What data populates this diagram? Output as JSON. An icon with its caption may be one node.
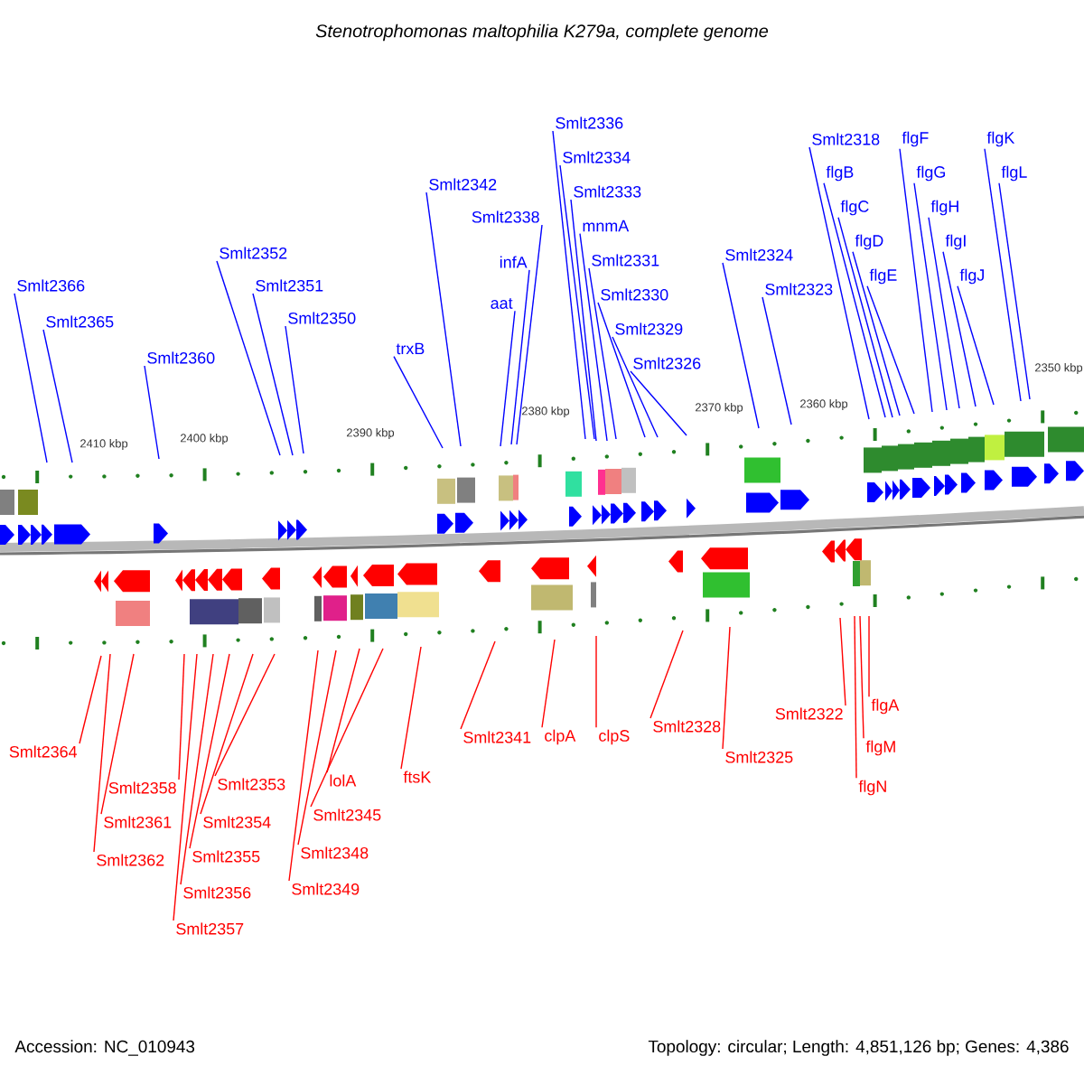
{
  "diagram": {
    "title": "Stenotrophomonas maltophilia K279a, complete genome",
    "nodes": [
      {
        "text": [
          "Smlt2366"
        ]
      },
      {
        "text": [
          "Smlt2365"
        ]
      },
      {
        "text": [
          "Smlt2360"
        ]
      },
      {
        "text": [
          "Smlt2352"
        ]
      },
      {
        "text": [
          "Smlt2351"
        ]
      },
      {
        "text": [
          "Smlt2350"
        ]
      },
      {
        "text": [
          "trxB"
        ]
      },
      {
        "text": [
          "Smlt2342"
        ]
      },
      {
        "text": [
          "aat"
        ]
      },
      {
        "text": [
          "infA"
        ]
      },
      {
        "text": [
          "Smlt2338"
        ]
      },
      {
        "text": [
          "Smlt2336"
        ]
      },
      {
        "text": [
          "Smlt2334"
        ]
      },
      {
        "text": [
          "Smlt2333"
        ]
      },
      {
        "text": [
          "mnmA"
        ]
      },
      {
        "text": [
          "Smlt2331"
        ]
      },
      {
        "text": [
          "Smlt2330"
        ]
      },
      {
        "text": [
          "Smlt2329"
        ]
      },
      {
        "text": [
          "Smlt2326"
        ]
      },
      {
        "text": [
          "Smlt2324"
        ]
      },
      {
        "text": [
          "Smlt2323"
        ]
      },
      {
        "text": [
          "Smlt2318"
        ]
      },
      {
        "text": [
          "flgB"
        ]
      },
      {
        "text": [
          "flgC"
        ]
      },
      {
        "text": [
          "flgD"
        ]
      },
      {
        "text": [
          "flgE"
        ]
      },
      {
        "text": [
          "flgF"
        ]
      },
      {
        "text": [
          "flgG"
        ]
      },
      {
        "text": [
          "flgH"
        ]
      },
      {
        "text": [
          "flgI"
        ]
      },
      {
        "text": [
          "flgJ"
        ]
      },
      {
        "text": [
          "flgK"
        ]
      },
      {
        "text": [
          "flgL"
        ]
      },
      {
        "text": [
          "Smlt2364"
        ]
      },
      {
        "text": [
          "Smlt2362"
        ]
      },
      {
        "text": [
          "Smlt2361"
        ]
      },
      {
        "text": [
          "Smlt2358"
        ]
      },
      {
        "text": [
          "Smlt2357"
        ]
      },
      {
        "text": [
          "Smlt2356"
        ]
      },
      {
        "text": [
          "Smlt2355"
        ]
      },
      {
        "text": [
          "Smlt2354"
        ]
      },
      {
        "text": [
          "Smlt2353"
        ]
      },
      {
        "text": [
          "Smlt2349"
        ]
      },
      {
        "text": [
          "Smlt2348"
        ]
      },
      {
        "text": [
          "lolA"
        ]
      },
      {
        "text": [
          "Smlt2345"
        ]
      },
      {
        "text": [
          "ftsK"
        ]
      },
      {
        "text": [
          "Smlt2341"
        ]
      },
      {
        "text": [
          "clpA"
        ]
      },
      {
        "text": [
          "clpS"
        ]
      },
      {
        "text": [
          "Smlt2328"
        ]
      },
      {
        "text": [
          "Smlt2325"
        ]
      },
      {
        "text": [
          "Smlt2322"
        ]
      },
      {
        "text": [
          "flgN"
        ]
      },
      {
        "text": [
          "flgM"
        ]
      },
      {
        "text": [
          "flgA"
        ]
      }
    ],
    "edges": [
      {
        "from": 0,
        "to": null,
        "arrow": "none"
      },
      {
        "from": 1,
        "to": null,
        "arrow": "none"
      },
      {
        "from": 2,
        "to": null,
        "arrow": "none"
      },
      {
        "from": 3,
        "to": null,
        "arrow": "none"
      },
      {
        "from": 4,
        "to": null,
        "arrow": "none"
      },
      {
        "from": 5,
        "to": null,
        "arrow": "none"
      },
      {
        "from": 6,
        "to": null,
        "arrow": "none"
      },
      {
        "from": 7,
        "to": null,
        "arrow": "none"
      },
      {
        "from": 8,
        "to": null,
        "arrow": "none"
      },
      {
        "from": 9,
        "to": null,
        "arrow": "none"
      },
      {
        "from": 10,
        "to": null,
        "arrow": "none"
      },
      {
        "from": 11,
        "to": null,
        "arrow": "none"
      },
      {
        "from": 12,
        "to": null,
        "arrow": "none"
      },
      {
        "from": 13,
        "to": null,
        "arrow": "none"
      },
      {
        "from": 14,
        "to": null,
        "arrow": "none"
      },
      {
        "from": 15,
        "to": null,
        "arrow": "none"
      },
      {
        "from": 16,
        "to": null,
        "arrow": "none"
      },
      {
        "from": 17,
        "to": null,
        "arrow": "none"
      },
      {
        "from": 18,
        "to": null,
        "arrow": "none"
      },
      {
        "from": 19,
        "to": null,
        "arrow": "none"
      },
      {
        "from": 20,
        "to": null,
        "arrow": "none"
      },
      {
        "from": 21,
        "to": null,
        "arrow": "none"
      },
      {
        "from": 22,
        "to": null,
        "arrow": "none"
      },
      {
        "from": 23,
        "to": null,
        "arrow": "none"
      },
      {
        "from": 24,
        "to": null,
        "arrow": "none"
      },
      {
        "from": 25,
        "to": null,
        "arrow": "none"
      },
      {
        "from": 26,
        "to": null,
        "arrow": "none"
      },
      {
        "from": 27,
        "to": null,
        "arrow": "none"
      },
      {
        "from": 28,
        "to": null,
        "arrow": "none"
      },
      {
        "from": 29,
        "to": null,
        "arrow": "none"
      },
      {
        "from": 30,
        "to": null,
        "arrow": "none"
      },
      {
        "from": 31,
        "to": null,
        "arrow": "none"
      },
      {
        "from": 32,
        "to": null,
        "arrow": "none"
      },
      {
        "from": 33,
        "to": null,
        "arrow": "none",
        "color": "#ff0000"
      },
      {
        "from": 34,
        "to": null,
        "arrow": "none",
        "color": "#ff0000"
      },
      {
        "from": 35,
        "to": null,
        "arrow": "none",
        "color": "#ff0000"
      },
      {
        "from": 36,
        "to": null,
        "arrow": "none",
        "color": "#ff0000"
      },
      {
        "from": 37,
        "to": null,
        "arrow": "none",
        "color": "#ff0000"
      },
      {
        "from": 38,
        "to": null,
        "arrow": "none",
        "color": "#ff0000"
      },
      {
        "from": 39,
        "to": null,
        "arrow": "none",
        "color": "#ff0000"
      },
      {
        "from": 40,
        "to": null,
        "arrow": "none",
        "color": "#ff0000"
      },
      {
        "from": 41,
        "to": null,
        "arrow": "none",
        "color": "#ff0000"
      },
      {
        "from": 42,
        "to": null,
        "arrow": "none",
        "color": "#ff0000"
      },
      {
        "from": 43,
        "to": null,
        "arrow": "none",
        "color": "#ff0000"
      },
      {
        "from": 44,
        "to": null,
        "arrow": "none",
        "color": "#ff0000"
      },
      {
        "from": 45,
        "to": null,
        "arrow": "none",
        "color": "#ff0000"
      },
      {
        "from": 46,
        "to": null,
        "arrow": "none",
        "color": "#ff0000"
      },
      {
        "from": 47,
        "to": null,
        "arrow": "none",
        "color": "#ff0000"
      },
      {
        "from": 48,
        "to": null,
        "arrow": "none",
        "color": "#ff0000"
      },
      {
        "from": 49,
        "to": null,
        "arrow": "none",
        "color": "#ff0000"
      },
      {
        "from": 50,
        "to": null,
        "arrow": "none",
        "color": "#ff0000"
      },
      {
        "from": 51,
        "to": null,
        "arrow": "none",
        "color": "#ff0000"
      },
      {
        "from": 52,
        "to": null,
        "arrow": "none",
        "color": "#ff0000"
      },
      {
        "from": 53,
        "to": null,
        "arrow": "none",
        "color": "#ff0000"
      },
      {
        "from": 54,
        "to": null,
        "arrow": "none",
        "color": "#ff0000"
      },
      {
        "from": 55,
        "to": null,
        "arrow": "none",
        "color": "#ff0000"
      }
    ],
    "labels": [
      "2410 kbp",
      "2400 kbp",
      "2390 kbp",
      "2380 kbp",
      "2370 kbp",
      "2360 kbp",
      "2350 kbp",
      "Accession: NC_010943",
      "Topology: circular; Length: 4,851,126 bp; Genes: 4,386"
    ]
  }
}
